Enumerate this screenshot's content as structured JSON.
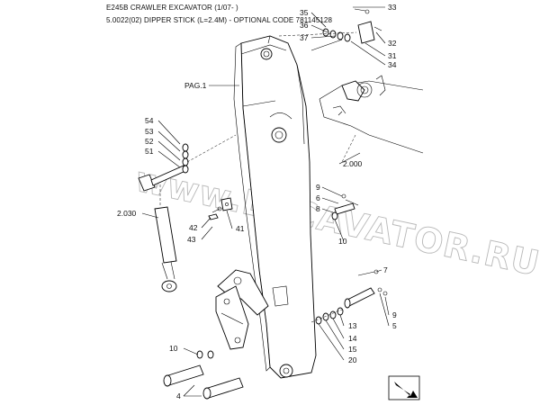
{
  "header": {
    "title": "E245B CRAWLER EXCAVATOR (1/07- )",
    "subtitle": "5.0022(02) DIPPER STICK (L=2.4M) - OPTIONAL CODE 781145128"
  },
  "watermark": "www.EXCAVATOR.RU",
  "callouts": {
    "c33": "33",
    "c35": "35",
    "c36": "36",
    "c37": "37",
    "c32": "32",
    "c31": "31",
    "c34": "34",
    "pag1": "PAG.1",
    "c54": "54",
    "c53": "53",
    "c52": "52",
    "c51": "51",
    "ref2000": "2.000",
    "c9a": "9",
    "c6": "6",
    "c8": "8",
    "c10a": "10",
    "ref2030": "2.030",
    "c42": "42",
    "c43": "43",
    "c41": "41",
    "c7": "7",
    "c9b": "9",
    "c5": "5",
    "c13": "13",
    "c14": "14",
    "c15": "15",
    "c20": "20",
    "c10b": "10",
    "c4": "4"
  },
  "icons": {
    "nav": "arrow-box-icon"
  }
}
